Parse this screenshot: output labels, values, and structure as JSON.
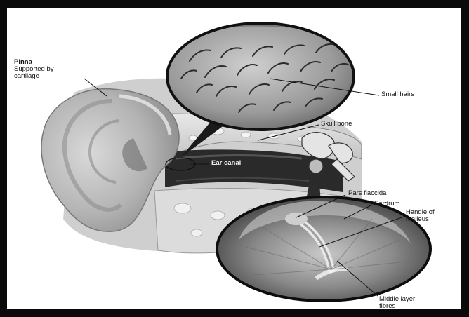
{
  "labels": {
    "pinna_title": "Pinna",
    "pinna_desc": "Supported by\ncartilage",
    "small_hairs": "Small hairs",
    "skull_bone": "Skull bone",
    "ear_canal": "Ear canal",
    "pars_flaccida": "Pars flaccida",
    "eardrum": "Eardrum",
    "handle_of_malleus": "Handle of\nmalleus",
    "middle_layer_fibres": "Middle layer\nfibres"
  }
}
